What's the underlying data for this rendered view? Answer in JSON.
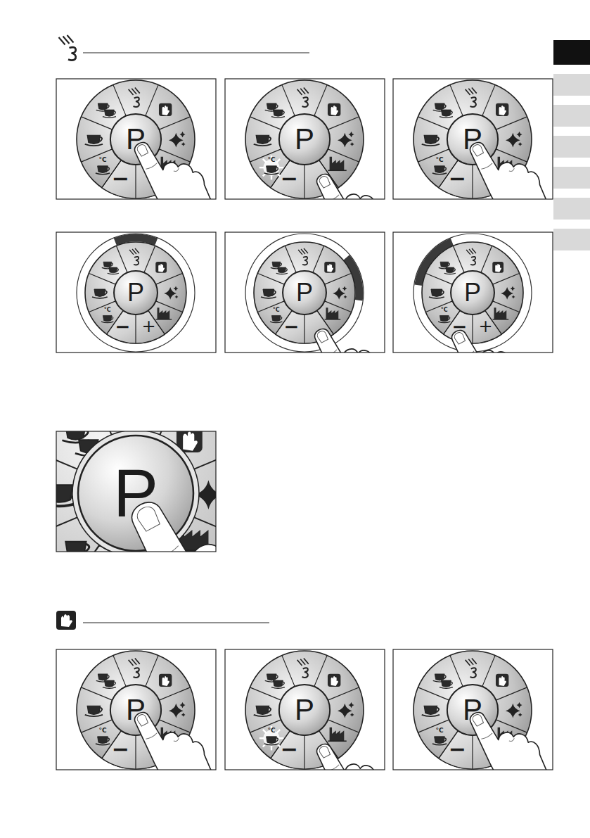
{
  "diagram": {
    "nodes": [
      {
        "text": [
          "P"
        ]
      },
      {
        "text": [
          "P"
        ]
      },
      {
        "text": [
          "P"
        ]
      },
      {
        "text": [
          "P"
        ]
      },
      {
        "text": [
          "P"
        ]
      },
      {
        "text": [
          "P"
        ]
      },
      {
        "text": [
          "P"
        ]
      },
      {
        "text": [
          "P"
        ]
      },
      {
        "text": [
          "P"
        ]
      },
      {
        "text": [
          "P"
        ]
      }
    ],
    "labels": [
      "°C",
      "−",
      "°C",
      "−",
      "°C",
      "−",
      "°C",
      "−",
      "+",
      "°C",
      "−",
      "°C",
      "−",
      "+",
      "°C",
      "−",
      "°C",
      "−",
      "°C",
      "−"
    ]
  }
}
